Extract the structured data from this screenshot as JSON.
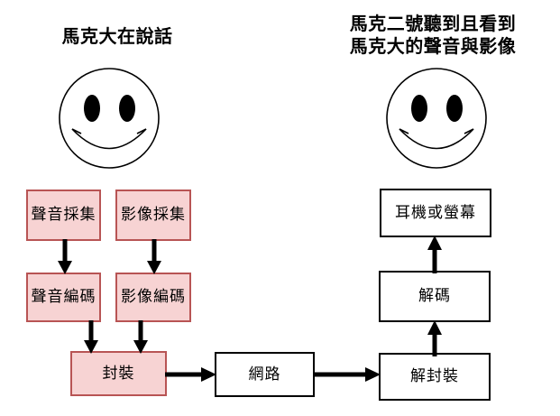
{
  "diagram": {
    "title_left": "馬克大在說話",
    "title_right": "馬克二號聽到且看到\n馬克大的聲音與影像",
    "colors": {
      "pink_fill": "#f7d3d3",
      "pink_border": "#b85454",
      "plain_border": "#000000",
      "plain_fill": "#ffffff",
      "arrow": "#000000",
      "text": "#000000"
    },
    "faces": [
      {
        "name": "speaker-smiley-face"
      },
      {
        "name": "listener-smiley-face"
      }
    ],
    "nodes": {
      "audio_capture": "聲音採集",
      "video_capture": "影像採集",
      "audio_encode": "聲音編碼",
      "video_encode": "影像編碼",
      "packetize": "封裝",
      "network": "網路",
      "depacketize": "解封裝",
      "decode": "解碼",
      "output_device": "耳機或螢幕"
    },
    "flow": [
      {
        "from": "聲音採集",
        "to": "聲音編碼"
      },
      {
        "from": "影像採集",
        "to": "影像編碼"
      },
      {
        "from": "聲音編碼",
        "to": "封裝"
      },
      {
        "from": "影像編碼",
        "to": "封裝"
      },
      {
        "from": "封裝",
        "to": "網路"
      },
      {
        "from": "網路",
        "to": "解封裝"
      },
      {
        "from": "解封裝",
        "to": "解碼"
      },
      {
        "from": "解碼",
        "to": "耳機或螢幕"
      }
    ]
  }
}
